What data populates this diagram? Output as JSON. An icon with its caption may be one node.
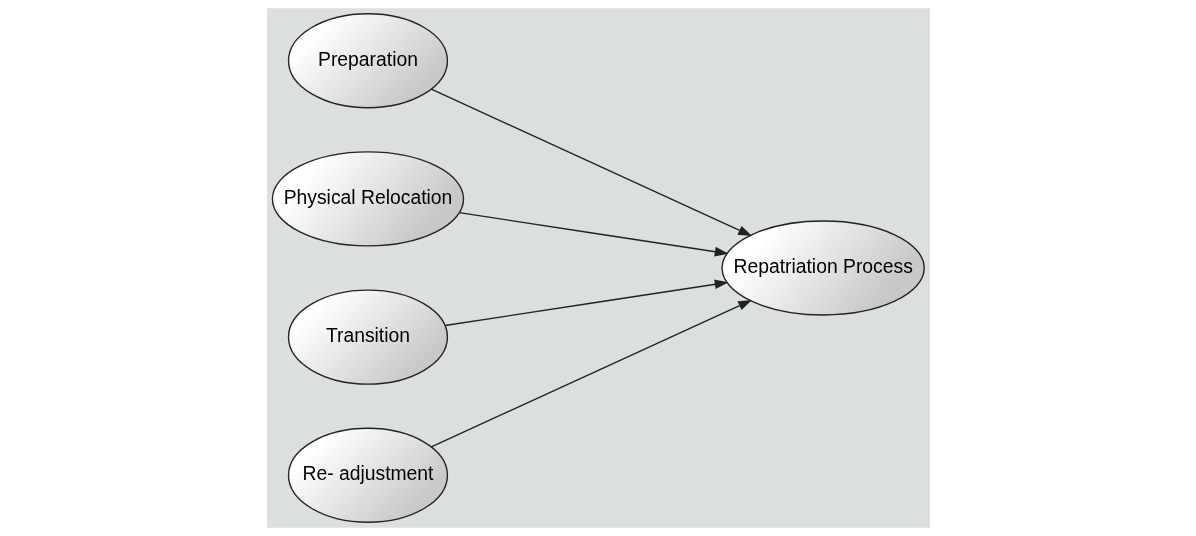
{
  "diagram": {
    "nodes": [
      {
        "text": [
          "Preparation"
        ]
      },
      {
        "text": [
          "Physical Relocation"
        ]
      },
      {
        "text": [
          "Transition"
        ]
      },
      {
        "text": [
          "Re- adjustment"
        ]
      },
      {
        "text": [
          "Repatriation Process"
        ]
      }
    ],
    "edges": [
      {
        "from": 0,
        "to": 4,
        "arrow": "to"
      },
      {
        "from": 1,
        "to": 4,
        "arrow": "to"
      },
      {
        "from": 2,
        "to": 4,
        "arrow": "to"
      },
      {
        "from": 3,
        "to": 4,
        "arrow": "to"
      }
    ]
  }
}
